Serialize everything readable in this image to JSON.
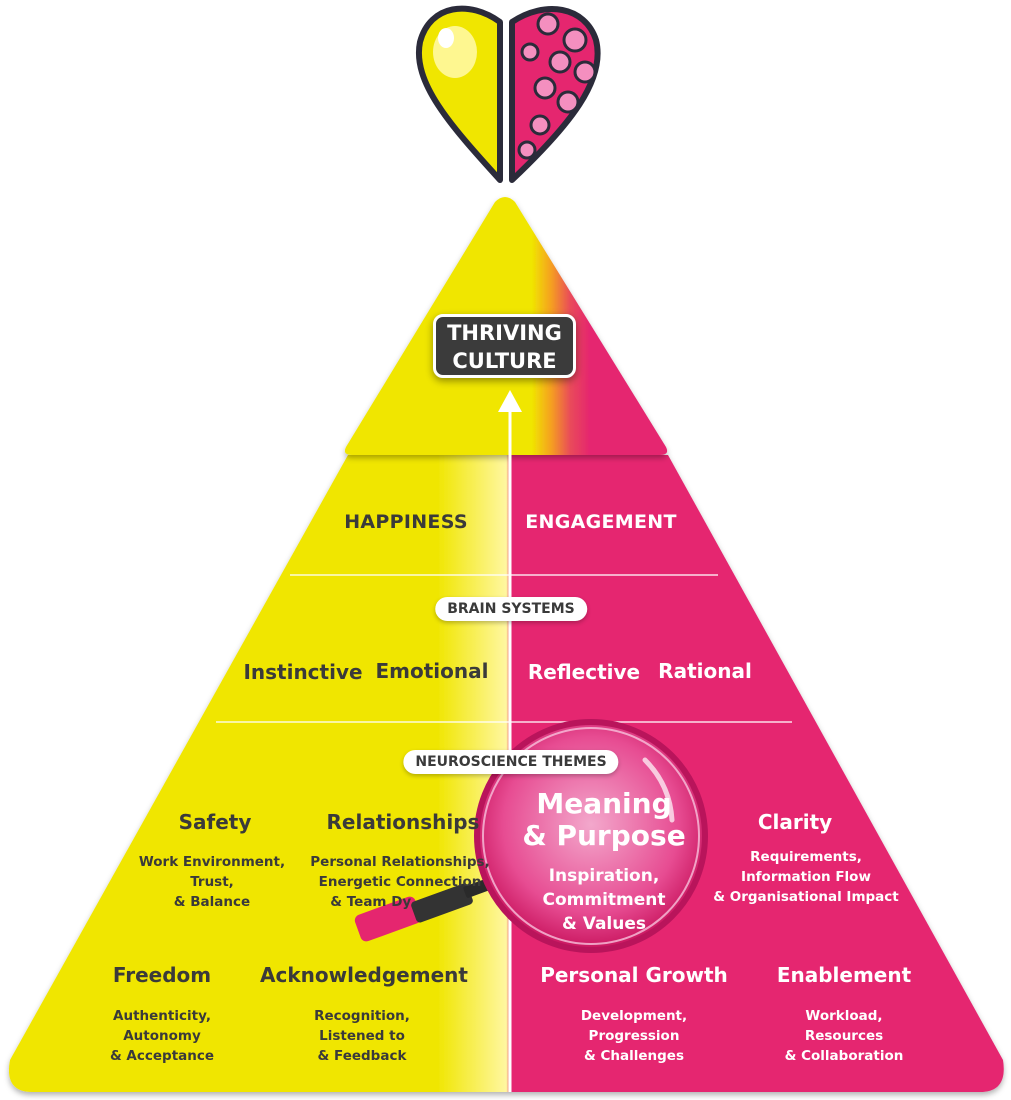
{
  "top": {
    "label_line1": "THRIVING",
    "label_line2": "CULTURE"
  },
  "rows": {
    "left": "HAPPINESS",
    "right": "ENGAGEMENT"
  },
  "brain": {
    "title": "BRAIN SYSTEMS",
    "items": [
      "Instinctive",
      "Emotional",
      "Reflective",
      "Rational"
    ]
  },
  "themes": {
    "title": "NEUROSCIENCE THEMES",
    "safety": {
      "title": "Safety",
      "lines": [
        "Work Environment,",
        "Trust,",
        "& Balance"
      ]
    },
    "relationships": {
      "title": "Relationships",
      "lines": [
        "Personal Relationships,",
        "Energetic Connection",
        "& Team Dy"
      ]
    },
    "meaning": {
      "title_line1": "Meaning",
      "title_line2": "& Purpose",
      "lines": [
        "Inspiration,",
        "Commitment",
        "& Values"
      ]
    },
    "clarity": {
      "title": "Clarity",
      "lines": [
        "Requirements,",
        "Information Flow",
        "& Organisational Impact"
      ]
    },
    "freedom": {
      "title": "Freedom",
      "lines": [
        "Authenticity,",
        "Autonomy",
        "& Acceptance"
      ]
    },
    "acknowledgement": {
      "title": "Acknowledgement",
      "lines": [
        "Recognition,",
        "Listened to",
        "& Feedback"
      ]
    },
    "growth": {
      "title": "Personal Growth",
      "lines": [
        "Development,",
        "Progression",
        "& Challenges"
      ]
    },
    "enablement": {
      "title": "Enablement",
      "lines": [
        "Workload,",
        "Resources",
        "& Collaboration"
      ]
    }
  },
  "colors": {
    "yellow": "#f0e600",
    "magenta": "#e5266f",
    "dark": "#3b3b3b",
    "white": "#ffffff"
  },
  "icons": [
    "heart-brain-icon",
    "magnifying-glass-icon",
    "arrow-up-icon"
  ]
}
